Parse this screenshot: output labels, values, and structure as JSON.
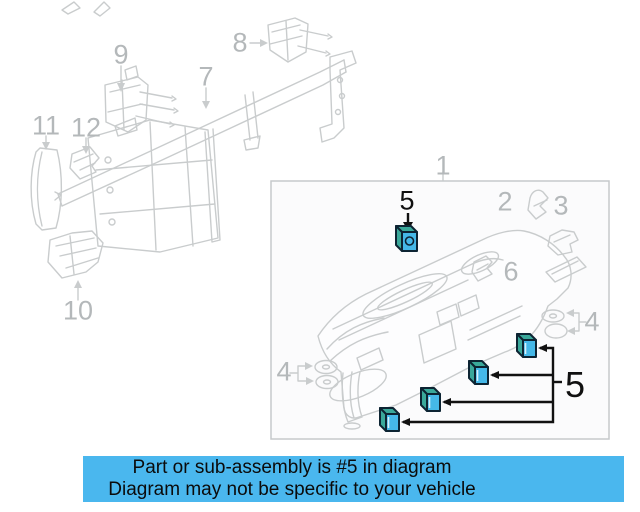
{
  "caption": {
    "line1": "Part or sub-assembly is #5 in diagram",
    "line2": "Diagram may not be specific to your vehicle"
  },
  "callouts": {
    "n1": "1",
    "n2": "2",
    "n3": "3",
    "n4_left": "4",
    "n4_right": "4",
    "n5_top": "5",
    "n5_group": "5",
    "n6": "6",
    "n7": "7",
    "n8": "8",
    "n9": "9",
    "n10": "10",
    "n11": "11",
    "n12": "12"
  },
  "colors": {
    "caption_bg": "#4ab7ee",
    "highlight_front": "#45b8e8",
    "highlight_side": "#3aa89a",
    "highlight_outline": "#0d2433",
    "line_art": "#c9cccd",
    "label_gray": "#b4b8ba",
    "connector_black": "#111111"
  }
}
